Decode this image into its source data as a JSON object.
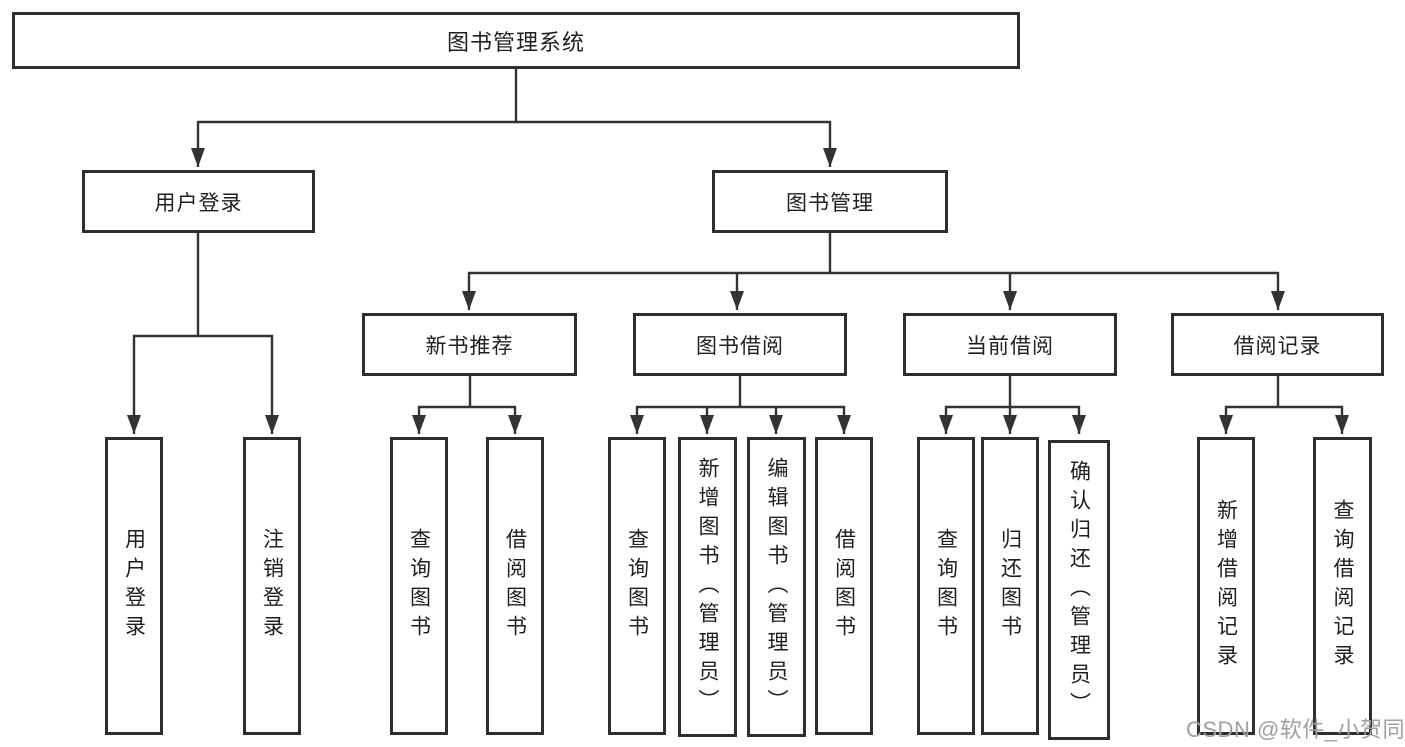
{
  "tree": {
    "label": "图书管理系统",
    "children": [
      {
        "label": "用户登录",
        "children": [
          {
            "label": "用户登录"
          },
          {
            "label": "注销登录"
          }
        ]
      },
      {
        "label": "图书管理",
        "children": [
          {
            "label": "新书推荐",
            "children": [
              {
                "label": "查询图书"
              },
              {
                "label": "借阅图书"
              }
            ]
          },
          {
            "label": "图书借阅",
            "children": [
              {
                "label": "查询图书"
              },
              {
                "label": "新增图书（管理员）"
              },
              {
                "label": "编辑图书（管理员）"
              },
              {
                "label": "借阅图书"
              }
            ]
          },
          {
            "label": "当前借阅",
            "children": [
              {
                "label": "查询图书"
              },
              {
                "label": "归还图书"
              },
              {
                "label": "确认归还（管理员）"
              }
            ]
          },
          {
            "label": "借阅记录",
            "children": [
              {
                "label": "新增借阅记录"
              },
              {
                "label": "查询借阅记录"
              }
            ]
          }
        ]
      }
    ]
  },
  "watermark": {
    "text": "CSDN @软件_小贺同学"
  },
  "colors": {
    "line": "#333333",
    "box_border": "#2e2e2e",
    "text": "#1f1f1f",
    "watermark": "#a0a0a0",
    "background": "#ffffff"
  }
}
